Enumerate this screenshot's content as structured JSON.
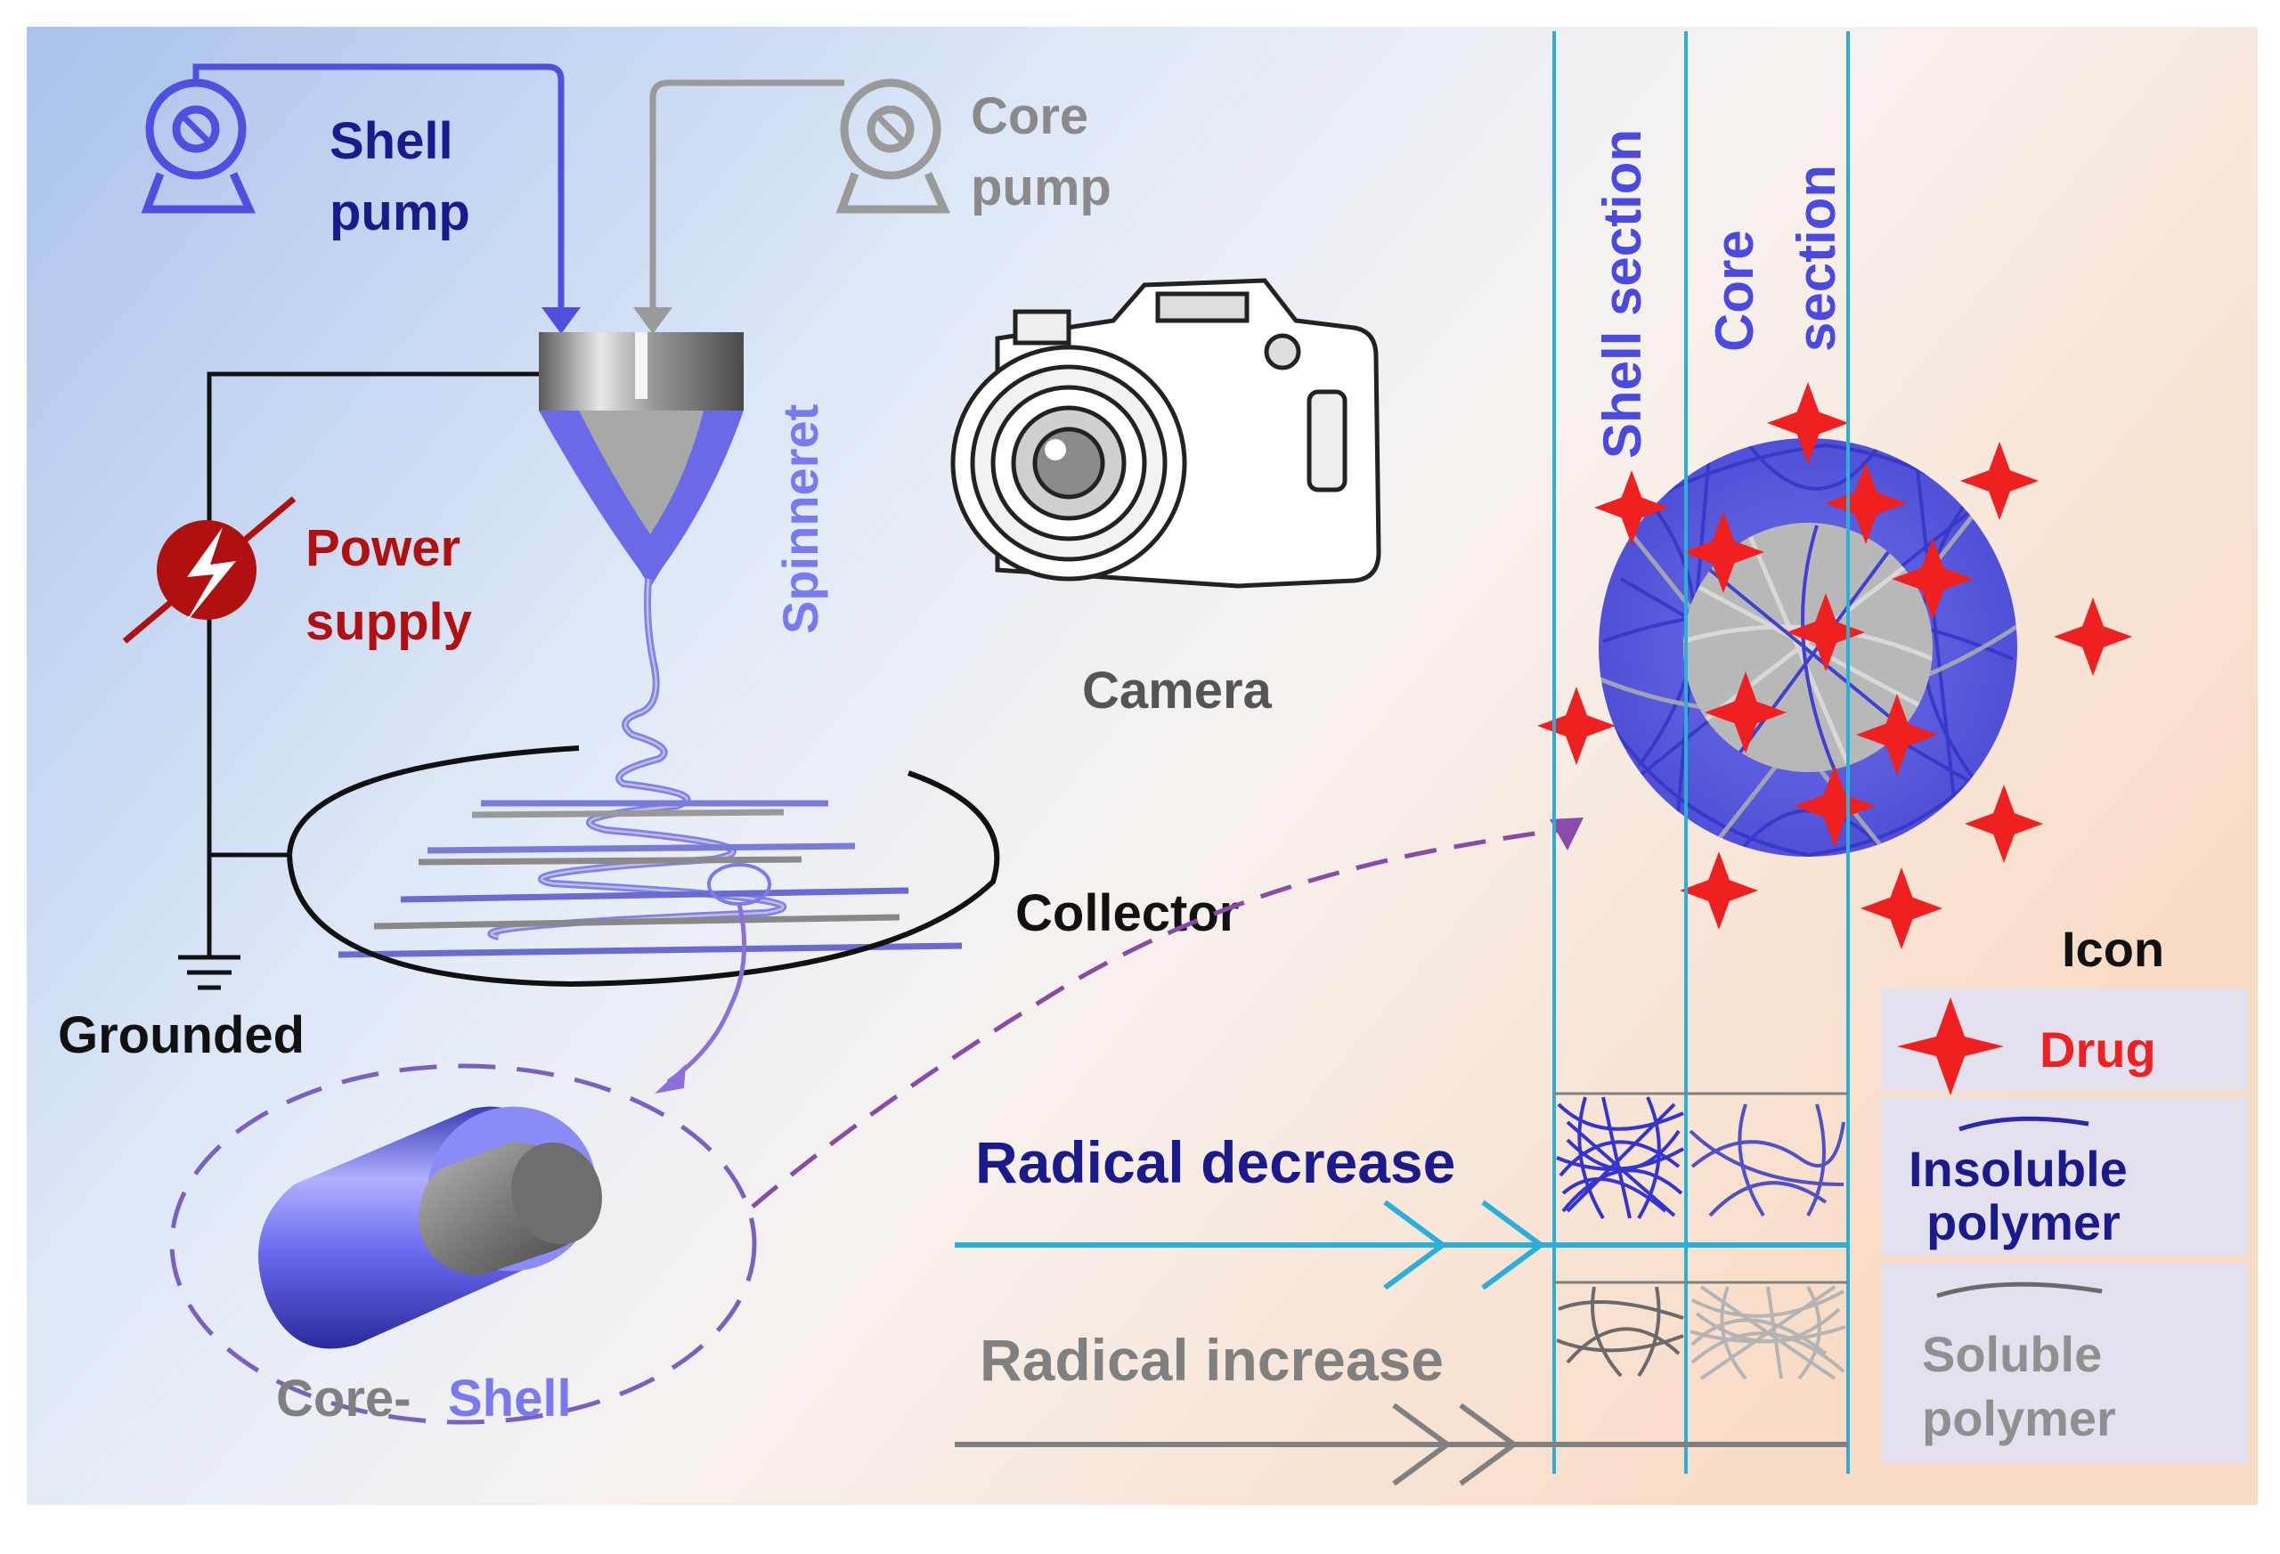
{
  "labels": {
    "shell_pump": [
      "Shell",
      "pump"
    ],
    "core_pump": [
      "Core",
      "pump"
    ],
    "spinneret": "Spinneret",
    "power_supply": [
      "Power",
      "supply"
    ],
    "camera": "Camera",
    "collector": "Collector",
    "grounded": "Grounded",
    "core_shell_prefix": "Core-",
    "core_shell_suffix": "Shell",
    "shell_section": "Shell section",
    "core_section": [
      "Core",
      "section"
    ],
    "radical_decrease": "Radical decrease",
    "radical_increase": "Radical increase"
  },
  "legend": {
    "title": "Icon",
    "drug": "Drug",
    "insoluble": [
      "Insoluble",
      "polymer"
    ],
    "soluble": [
      "Soluble",
      "polymer"
    ]
  },
  "colors": {
    "shell_blue": "#5050e0",
    "core_gray": "#9a9a9a",
    "power_red": "#b01010",
    "drug_red": "#ee2020",
    "section_line": "#2ab0d8",
    "dark_text": "#111111",
    "navy_text": "#1a1a8c",
    "gray_text": "#808080"
  }
}
